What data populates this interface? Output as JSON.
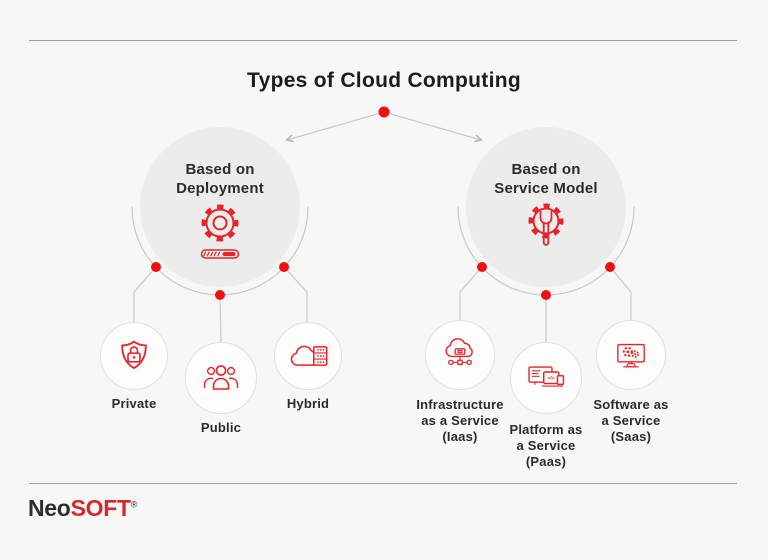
{
  "header": {
    "title": "Types of Cloud Computing"
  },
  "branches": [
    {
      "name": "Based on Deployment",
      "label_lines": [
        "Based on",
        "Deployment"
      ],
      "icon": "gear-progress-icon",
      "items": [
        {
          "label_lines": [
            "Private"
          ],
          "icon": "shield-lock-icon"
        },
        {
          "label_lines": [
            "Public"
          ],
          "icon": "people-group-icon"
        },
        {
          "label_lines": [
            "Hybrid"
          ],
          "icon": "cloud-server-icon"
        }
      ]
    },
    {
      "name": "Based on Service Model",
      "label_lines": [
        "Based on",
        "Service Model"
      ],
      "icon": "gear-wrench-icon",
      "items": [
        {
          "label_lines": [
            "Infrastructure",
            "as a Service",
            "(Iaas)"
          ],
          "icon": "cloud-network-icon"
        },
        {
          "label_lines": [
            "Platform as",
            "a Service",
            "(Paas)"
          ],
          "icon": "screens-code-icon"
        },
        {
          "label_lines": [
            "Software as",
            "a Service",
            "(Saas)"
          ],
          "icon": "monitor-gears-icon"
        }
      ]
    }
  ],
  "footer": {
    "brand_black": "Neo",
    "brand_red": "SOFT",
    "registered": "®"
  },
  "colors": {
    "accent": "#e7242b",
    "dot": "#f00f14",
    "circle_fill": "#ececeb",
    "connector": "#c9c9c7",
    "text": "#222222",
    "rule": "#8f8f8d",
    "background": "#f7f7f5"
  }
}
